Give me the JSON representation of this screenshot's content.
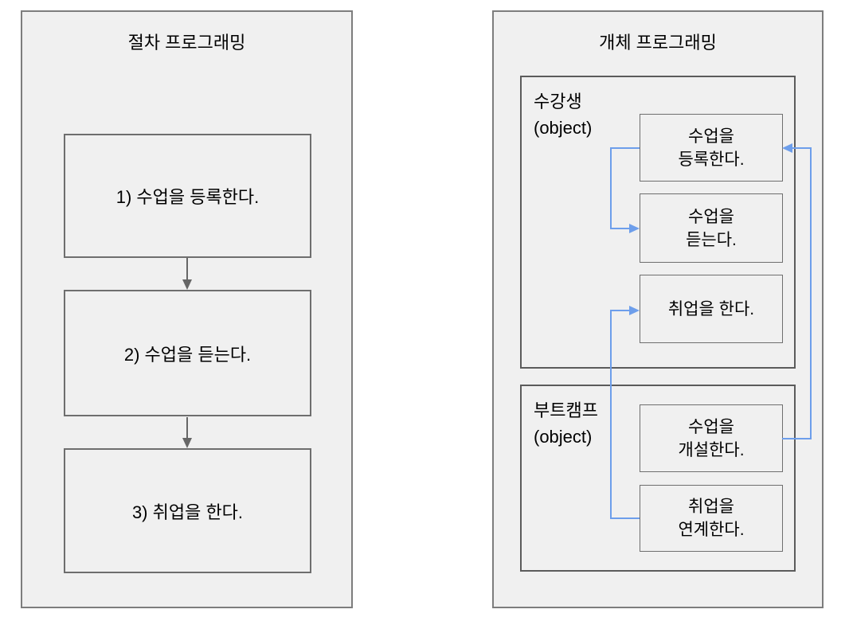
{
  "colors": {
    "page_bg": "#ffffff",
    "panel_fill": "#f0f0f0",
    "panel_border": "#7d7d7d",
    "step_box_border": "#6e6e6e",
    "object_box_border": "#5b5b5b",
    "method_box_border": "#6e6e6e",
    "flow_arrow_gray": "#666666",
    "connector_blue": "#6d9eeb",
    "text_color": "#000000"
  },
  "left_panel": {
    "title": "절차 프로그래밍",
    "steps": [
      "1) 수업을 등록한다.",
      "2) 수업을 듣는다.",
      "3) 취업을 한다."
    ]
  },
  "right_panel": {
    "title": "개체 프로그래밍",
    "objects": [
      {
        "label": "수강생\n(object)",
        "methods": [
          "수업을\n등록한다.",
          "수업을\n듣는다.",
          "취업을 한다."
        ]
      },
      {
        "label": "부트캠프\n(object)",
        "methods": [
          "수업을\n개설한다.",
          "취업을\n연계한다."
        ]
      }
    ]
  }
}
